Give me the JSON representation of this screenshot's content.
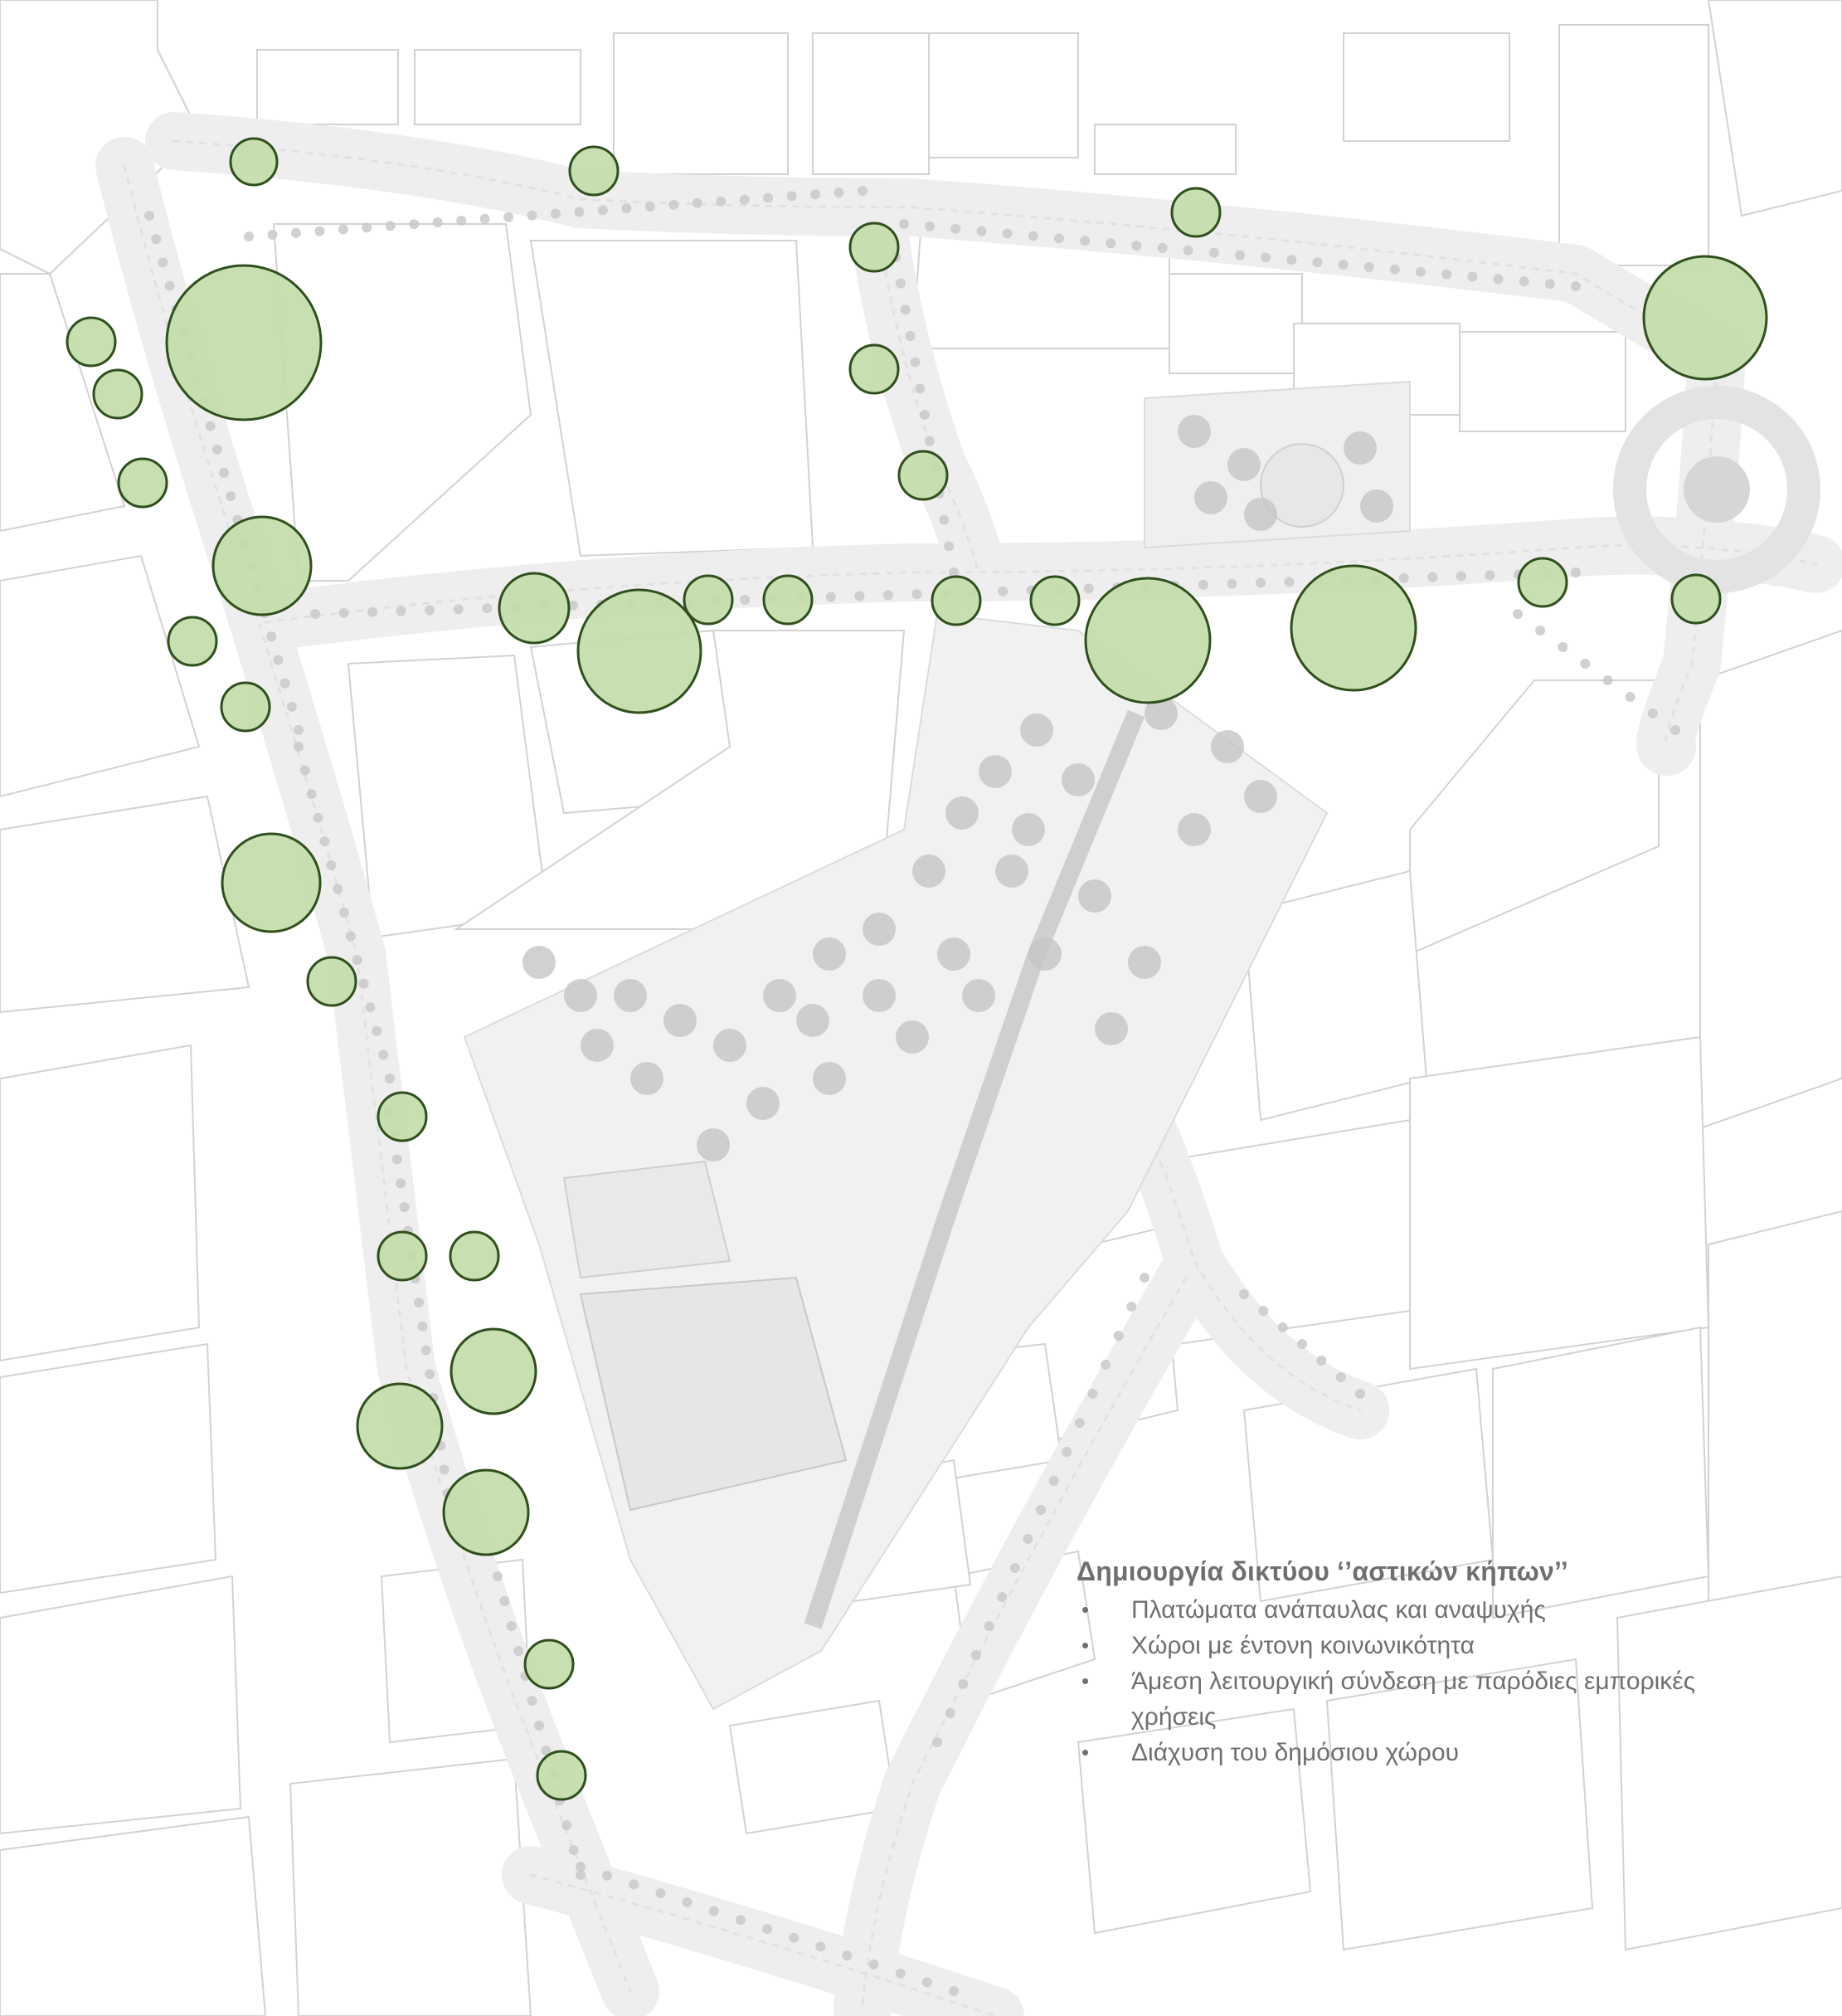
{
  "legend": {
    "title": "Δημιουργία δικτύου ‘’αστικών κήπων’’",
    "items": [
      "Πλατώματα ανάπαυλας και αναψυχής",
      "Χώροι με έντονη κοινωνικότητα",
      "Άμεση λειτουργική σύνδεση με παρόδιες εμπορικές χρήσεις",
      "Διάχυση του δημόσιου χώρου"
    ]
  },
  "colors": {
    "garden_fill": "#c2dcaa",
    "garden_stroke": "#2f4f1d",
    "background": "#ffffff",
    "street": "#eeeeee",
    "tree": "#c9c9c9",
    "building_line": "#d4d4d4"
  },
  "icons": {
    "garden_marker": "green-circle-icon",
    "tree": "tree-canopy-icon",
    "bullet": "bullet-icon"
  }
}
